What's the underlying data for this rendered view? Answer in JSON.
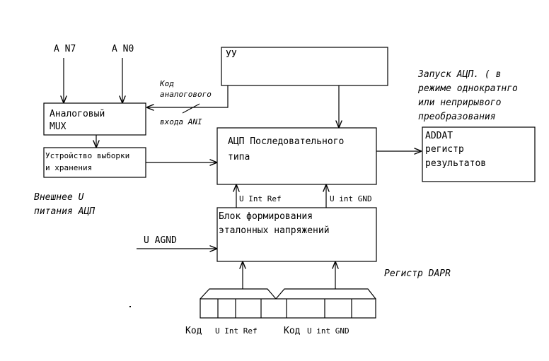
{
  "inputs": {
    "an7": "A N7",
    "an0": "A N0"
  },
  "blocks": {
    "uu": "УУ",
    "mux_line1": "Аналоговый",
    "mux_line2": "MUX",
    "sh_line1": "Устройство выборки",
    "sh_line2": "и хранения",
    "adc_line1": "АЦП Последовательного",
    "adc_line2": "типа",
    "addat_line1": "ADDAT",
    "addat_line2": "регистр",
    "addat_line3": "результатов",
    "ref_line1": "Блок формирования",
    "ref_line2": "эталонных напряжений"
  },
  "labels": {
    "code_ani_line1": "Код",
    "code_ani_line2": "аналогового",
    "code_ani_line3": "входа ANI",
    "start_line1": "Запуск АЦП. ( в",
    "start_line2": "режиме однократнго",
    "start_line3": "или неприрывого",
    "start_line4": "преобразования",
    "ext_line1": "Внешнее U",
    "ext_line2": "питания АЦП",
    "u_int_ref": "U Int Ref",
    "u_int_gnd": "U int GND",
    "u_agnd": "U AGND",
    "dapr": "Регистр DAPR",
    "code_ref_a": "Код",
    "code_ref_b": "U Int Ref",
    "code_gnd_a": "Код",
    "code_gnd_b": "U int GND"
  }
}
